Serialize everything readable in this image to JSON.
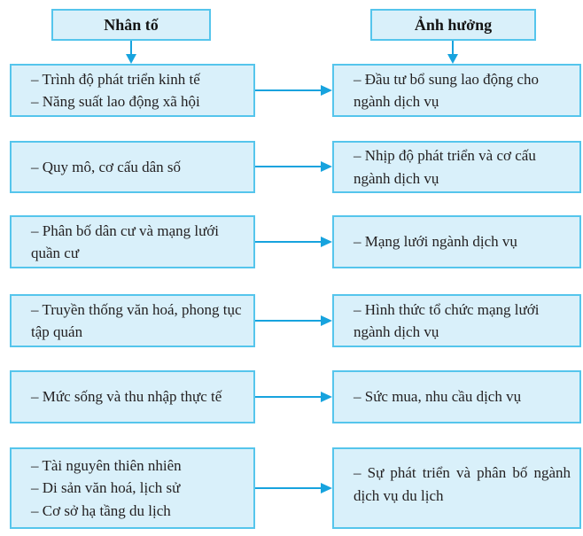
{
  "colors": {
    "box_fill": "#d9f0fa",
    "box_border": "#55c5ec",
    "arrow": "#17a3de",
    "text": "#221f20"
  },
  "headers": {
    "factor": "Nhân tố",
    "effect": "Ảnh hưởng"
  },
  "rows": [
    {
      "factors": [
        "– Trình độ phát triển kinh tế",
        "– Năng suất lao động xã hội"
      ],
      "effects": [
        "– Đầu tư bổ sung lao động cho ngành dịch vụ"
      ]
    },
    {
      "factors": [
        "– Quy mô, cơ cấu dân số"
      ],
      "effects": [
        "– Nhịp độ phát triển và cơ cấu ngành dịch vụ"
      ]
    },
    {
      "factors": [
        "– Phân bố dân cư và mạng lưới quần cư"
      ],
      "effects": [
        "– Mạng lưới ngành dịch vụ"
      ]
    },
    {
      "factors": [
        "– Truyền thống văn hoá, phong tục tập quán"
      ],
      "effects": [
        "– Hình thức tổ chức mạng lưới ngành dịch vụ"
      ]
    },
    {
      "factors": [
        "– Mức sống và thu nhập thực tế"
      ],
      "effects": [
        "– Sức mua, nhu cầu dịch vụ"
      ]
    },
    {
      "factors": [
        "– Tài nguyên thiên nhiên",
        "– Di sản văn hoá, lịch sử",
        "– Cơ sở hạ tầng du lịch"
      ],
      "effects": [
        "– Sự phát triển và phân bố ngành dịch vụ du lịch"
      ]
    }
  ]
}
